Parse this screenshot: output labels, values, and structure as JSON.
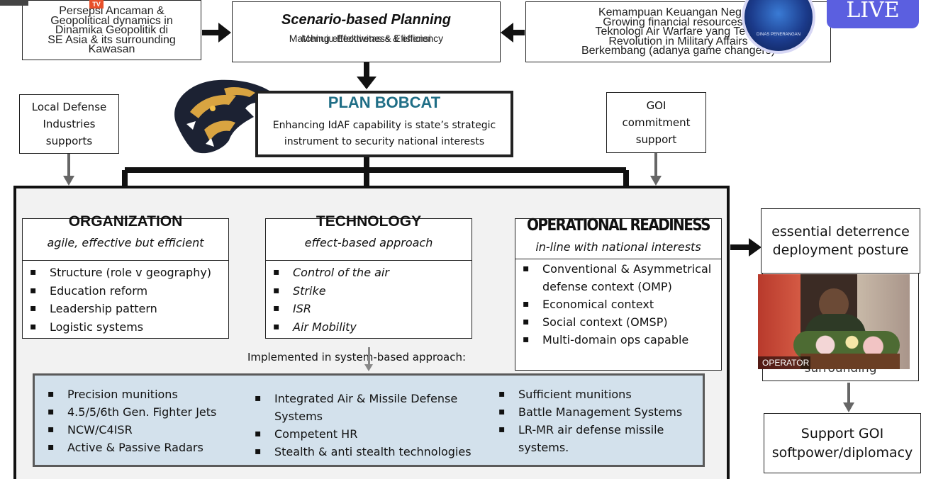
{
  "top": {
    "left_box": {
      "line1": "Persepsi Ancaman &",
      "line2": "Geopolitical dynamics in",
      "line3": "Dinamika Geopolitik di",
      "line4": "SE Asia & its surrounding",
      "line5": "Kawasan"
    },
    "center_box": {
      "title": "Scenario-based Planning",
      "subtitle_a": "Matching effectiveness & efficiency",
      "subtitle_b": "Menuju Efektivitas & Efisiensi"
    },
    "right_box": {
      "line1": "Kemampuan Keuangan Negara",
      "line2": "Growing financial resources &",
      "line3": "Teknologi Air Warfare yang Terus",
      "line4": "Revolution in Military Affairs",
      "line5": "Berkembang (adanya game changers)"
    },
    "badge": {
      "tv_label": "TV",
      "live_label": "LIVE",
      "emblem_text": "DINAS PENERANGAN"
    }
  },
  "plan": {
    "title": "PLAN BOBCAT",
    "desc_line1": "Enhancing IdAF capability is state’s strategic",
    "desc_line2": "instrument to security national interests"
  },
  "side_left": {
    "line1": "Local Defense",
    "line2": "Industries",
    "line3": "supports"
  },
  "side_right": {
    "line1": "GOI",
    "line2": "commitment",
    "line3": "support"
  },
  "pillars": {
    "organization": {
      "title": "ORGANIZATION",
      "subtitle": "agile, effective but efficient",
      "items": [
        "Structure (role v geography)",
        "Education reform",
        "Leadership pattern",
        "Logistic systems"
      ]
    },
    "technology": {
      "title": "TECHNOLOGY",
      "subtitle": "effect-based approach",
      "items": [
        "Control of the air",
        "Strike",
        "ISR",
        "Air Mobility"
      ]
    },
    "readiness": {
      "title": "OPERATIONAL READINESS",
      "subtitle": "in-line with national interests",
      "items": [
        "Conventional & Asymmetrical defense context (OMP)",
        "Economical context",
        "Social context (OMSP)",
        "Multi-domain ops capable"
      ]
    }
  },
  "implemented_label": "Implemented in system-based approach:",
  "systems": {
    "col1": [
      "Precision munitions",
      "4.5/5/6th Gen. Fighter Jets",
      "NCW/C4ISR",
      "Active & Passive Radars"
    ],
    "col2": [
      "Integrated Air & Missile Defense Systems",
      "Competent HR",
      "Stealth & anti stealth technologies"
    ],
    "col3": [
      "Sufficient munitions",
      "Battle Management Systems",
      "LR-MR air defense missile systems."
    ]
  },
  "right_outputs": {
    "deterrence": "essential deterrence deployment posture",
    "hidden_fragment": "surrounding",
    "support": "Support GOI softpower/diplomacy"
  },
  "video": {
    "caption": "OPERATOR"
  },
  "colors": {
    "plan_title": "#1f6e86",
    "systems_bg": "#d3e1ec",
    "live_bg": "#5b5fe0",
    "main_frame_bg": "#f2f2f2"
  }
}
